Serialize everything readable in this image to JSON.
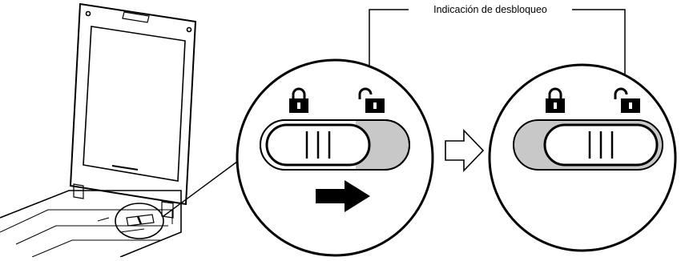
{
  "callout": {
    "label": "Indicación de desbloqueo"
  },
  "figure": {
    "panels": [
      {
        "id": "before",
        "switch_state": "lock-side",
        "arrow": "right"
      },
      {
        "id": "after",
        "switch_state": "unlocked"
      }
    ],
    "colors": {
      "line": "#000000",
      "slot_fill": "#c8c8c8",
      "background": "#ffffff"
    },
    "icons": [
      "lock-icon",
      "unlock-icon",
      "arrow-right-icon",
      "scanner-illustration"
    ]
  }
}
